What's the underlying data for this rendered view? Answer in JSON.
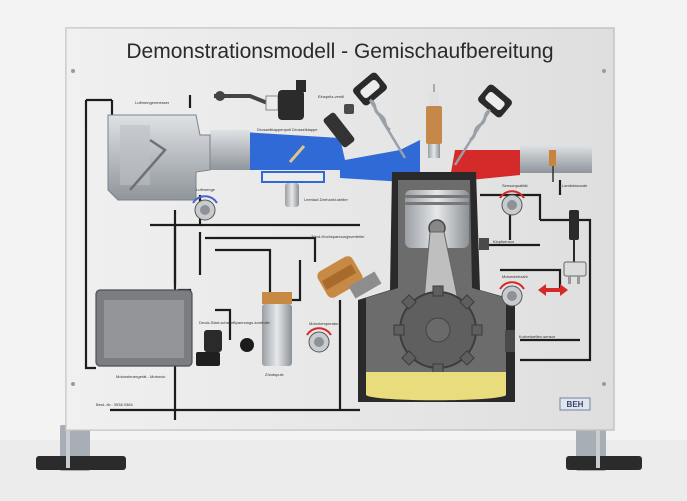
{
  "title": "Demonstrationsmodell - Gemischaufbereitung",
  "labels": {
    "luftmengenmesser": "Luftmengenmesser",
    "drosselklappe": "Drosselklappenpoti Drosselklappe",
    "einspritzventil": "Einspritz-ventil",
    "luftmenge": "Luftmenge",
    "leerlaufsteller": "Leerlauf-Drehzahl-steller",
    "sensorqualitaet": "Sensorqualität",
    "lambdasonde": "Lambdasonde",
    "zuendverteiler": "Zünd-Hochspannungsverteiler",
    "klopfsensor": "Klopfsensor",
    "motortemperatur": "Motortemperatur",
    "druckschalter": "Druck-Start-schalter",
    "spannungskontrolle": "Spannungs-kontrolle",
    "zuendspule": "Zündspule",
    "motorsteuergeraet": "Motorsteuergerät - Motronic",
    "drehzahl": "Motordrehzahl",
    "kurbelwelle": "Kurbelwellen-sensor",
    "footer": "Best.-Nr.: 3938 0384",
    "brand": "BEH"
  },
  "colors": {
    "intake": "#2f6ad6",
    "exhaust": "#d42a2a",
    "oil": "#e8dc7c",
    "panel": "#ecebeb",
    "frame": "#9aa0a8"
  }
}
